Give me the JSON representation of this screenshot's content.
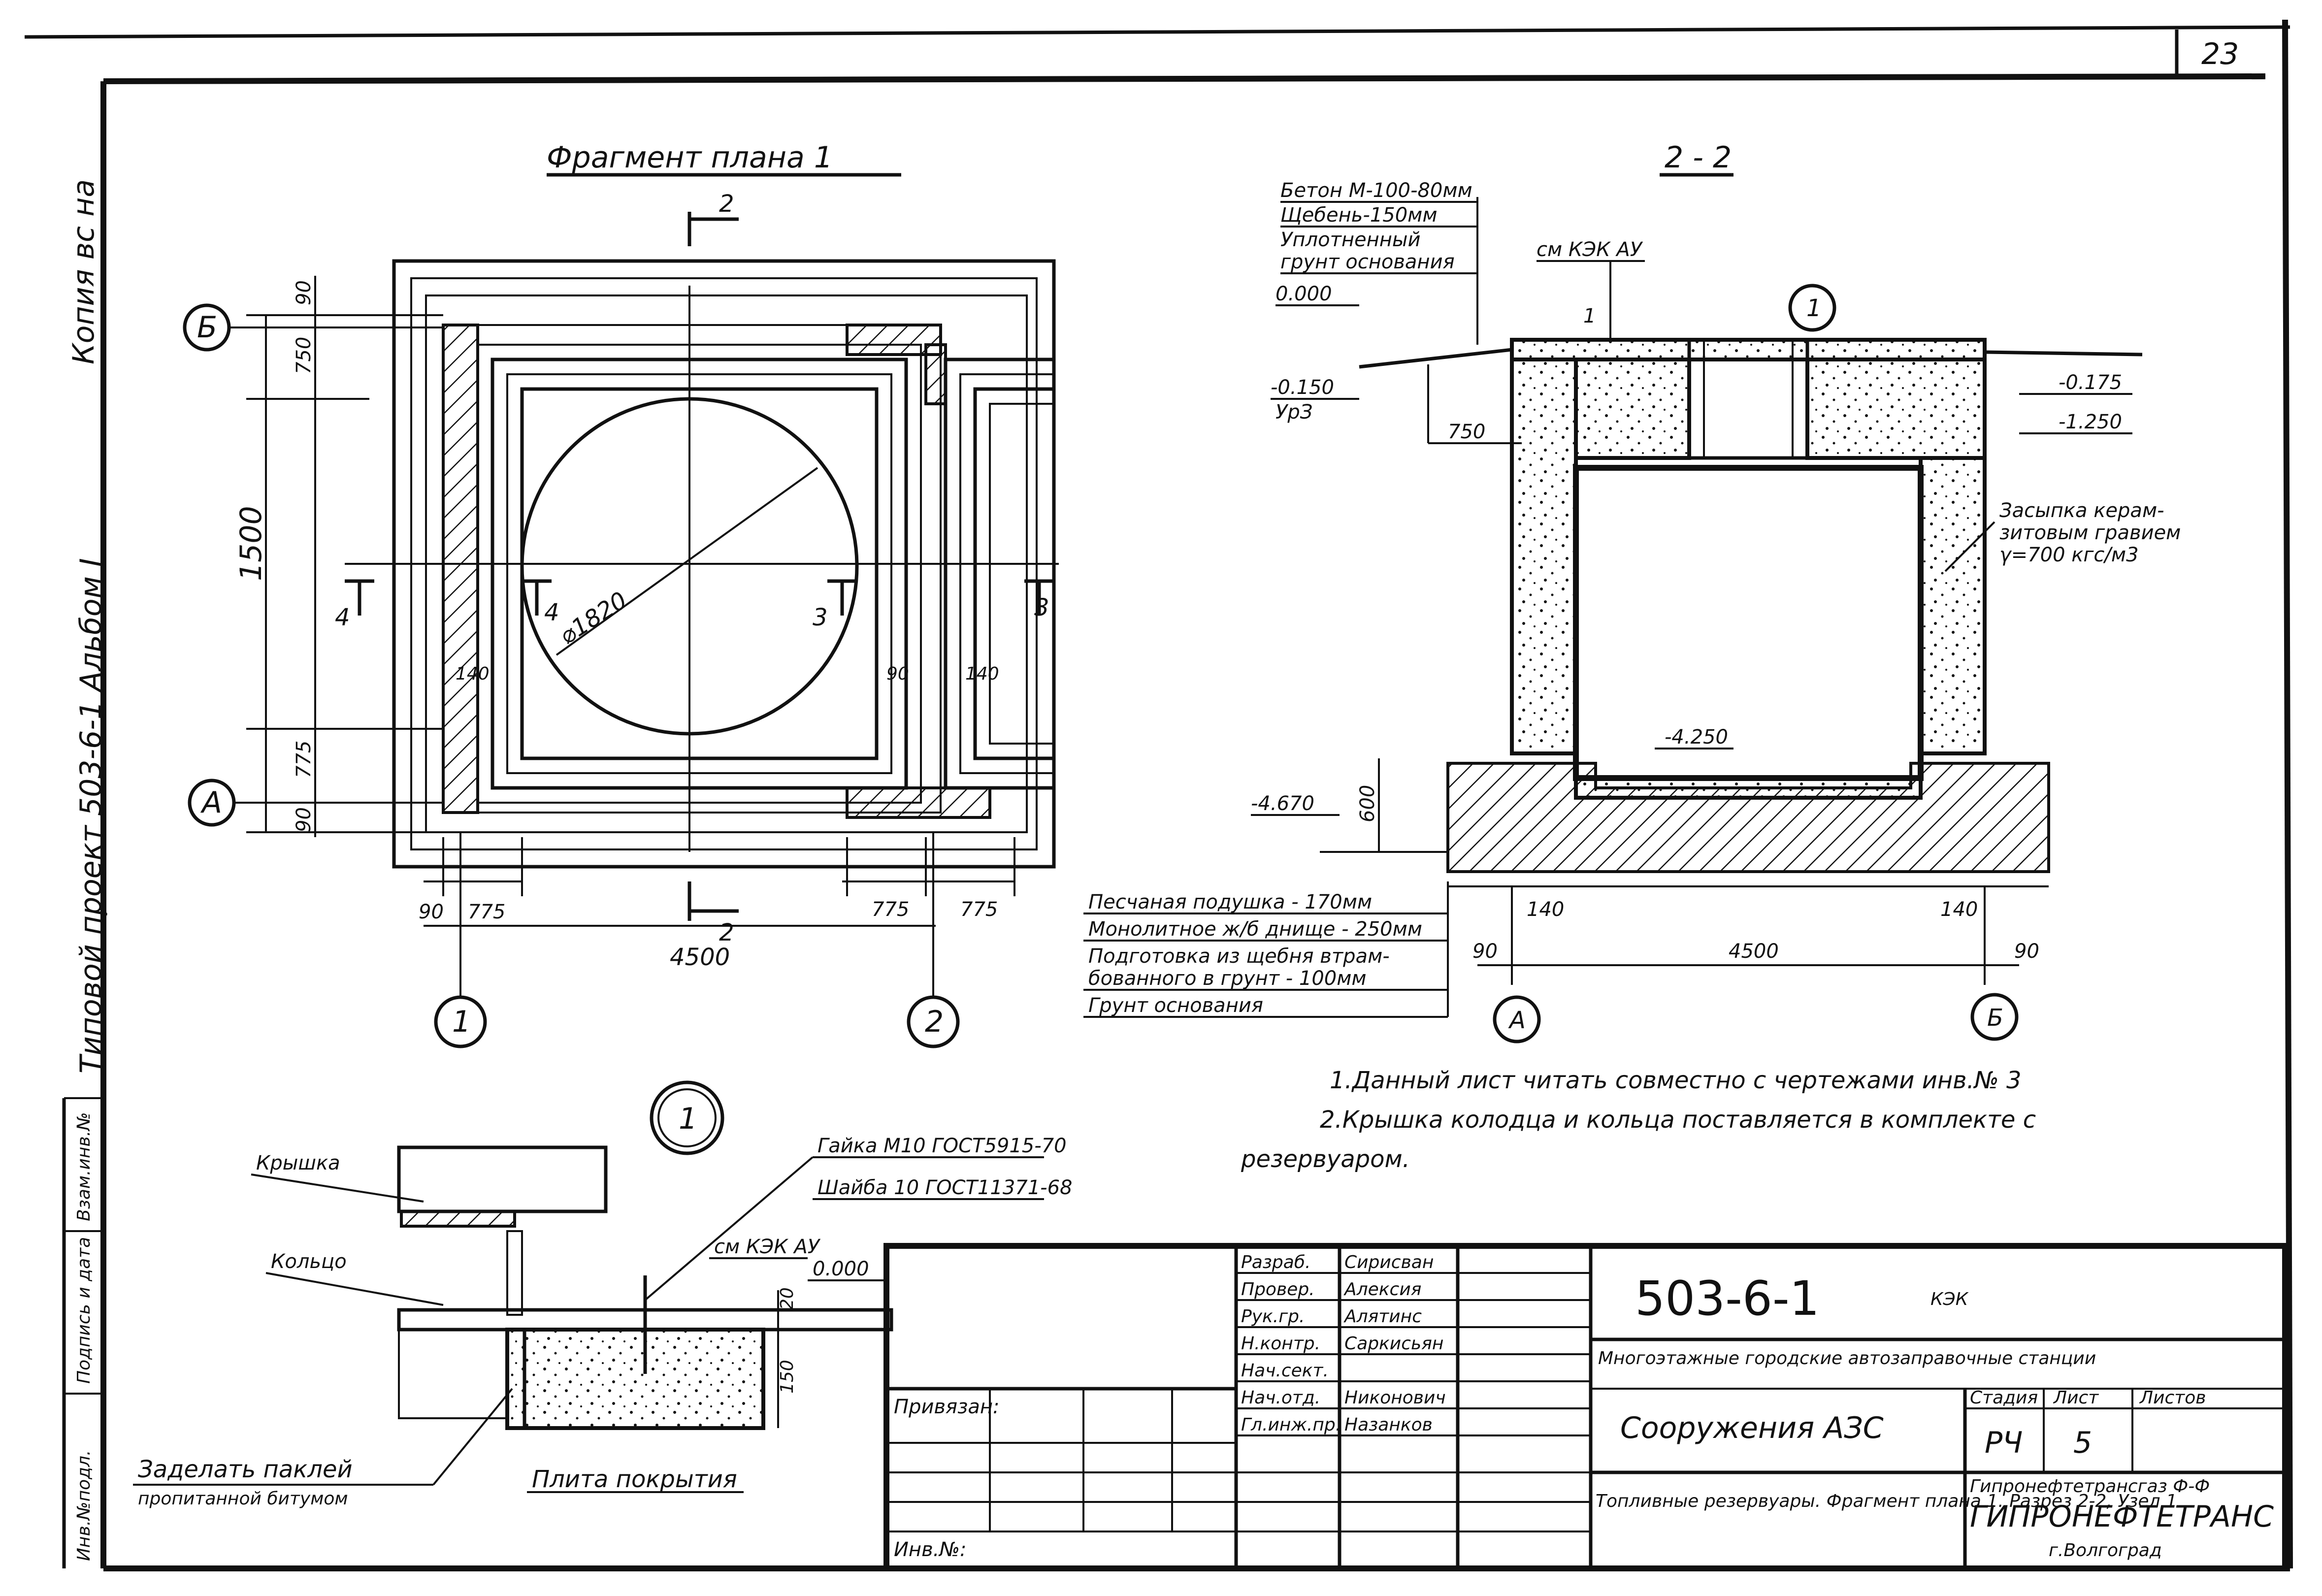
{
  "sheet": {
    "number": "23",
    "copy_label": "Копия вс на"
  },
  "side": {
    "typical_project": "Типовой проект 503-6-1 Альбом I",
    "stamp_cells": [
      "Взам.инв.№",
      "Подпись и дата",
      "Инв.№подл."
    ]
  },
  "plan": {
    "title": "Фрагмент плана 1",
    "axes": [
      "Б",
      "А",
      "1",
      "2"
    ],
    "section_marks": [
      "2",
      "2",
      "4",
      "4",
      "3",
      "3"
    ],
    "dims": {
      "overall": "4500",
      "d1": "90",
      "d2": "775",
      "d3": "775",
      "d4": "775",
      "v1": "90",
      "v2": "750",
      "v3": "1500",
      "v4": "775",
      "v5": "90",
      "diameter": "⌀1820",
      "w140a": "140",
      "w140b": "140",
      "w90": "90"
    }
  },
  "section": {
    "title": "2 - 2",
    "layers_top": [
      "Бетон М-100-80мм",
      "Щебень-150мм",
      "Уплотненный",
      "грунт основания"
    ],
    "marks": {
      "m0": "0.000",
      "m1": "-0.150",
      "m1b": "УрЗ",
      "m2": "-0.175",
      "m3": "-1.250",
      "m4": "-4.250",
      "m5": "-4.670"
    },
    "labels": {
      "see_akd": "см КЭК АУ",
      "d750": "750",
      "d600": "600",
      "d140a": "140",
      "d140b": "140",
      "d90a": "90",
      "d90b": "90",
      "d4500": "4500",
      "n1": "1",
      "n2": "1",
      "axisA": "А",
      "axisB": "Б"
    },
    "backfill": [
      "Засыпка керам-",
      "зитовым гравием",
      "γ=700 кгс/м3"
    ],
    "layers_bottom": [
      "Песчаная подушка - 170мм",
      "Монолитное ж/б днище - 250мм",
      "Подготовка из щебня втрам-",
      "бованного в грунт - 100мм",
      "Грунт основания"
    ]
  },
  "notes": [
    "1.Данный лист читать совместно с чертежами инв.№ 3",
    "2.Крышка колодца и кольца поставляется в комплекте с",
    "резервуаром."
  ],
  "node": {
    "number": "1",
    "labels": {
      "lid": "Крышка",
      "ring": "Кольцо",
      "nut": "Гайка М10 ГОСТ5915-70",
      "washer": "Шайба 10 ГОСТ11371-68",
      "see_akd": "см КЭК АУ",
      "mark": "0.000",
      "d20": "20",
      "d150": "150",
      "seal": "Заделать паклей",
      "seal2": "пропитанной битумом",
      "slab": "Плита покрытия"
    }
  },
  "titleblock": {
    "rows": [
      {
        "role": "Разраб.",
        "name": "Сирисван"
      },
      {
        "role": "Провер.",
        "name": "Алексия"
      },
      {
        "role": "Рук.гр.",
        "name": "Алятинс"
      },
      {
        "role": "Н.контр.",
        "name": "Саркисьян"
      },
      {
        "role": "Нач.сект.",
        "name": ""
      },
      {
        "role": "Нач.отд.",
        "name": "Никонович"
      },
      {
        "role": "Гл.инж.пр.",
        "name": "Назанков"
      }
    ],
    "tied": "Привязан:",
    "inv": "Инв.№:",
    "code": "503-6-1",
    "code_suffix": "КЭК",
    "project": "Многоэтажные городские автозаправочные станции",
    "object": "Сооружения АЗС",
    "drawing": "Топливные резервуары. Фрагмент плана 1. Разрез 2-2, Узел 1",
    "stage_label": "Стадия",
    "sheet_label": "Лист",
    "sheets_label": "Листов",
    "stage": "РЧ",
    "sheet": "5",
    "sheets": "",
    "org1": "Гипронефтетрансгаз Ф-Ф",
    "org2": "ГИПРОНЕФТЕТРАНС",
    "org3": "г.Волгоград"
  }
}
